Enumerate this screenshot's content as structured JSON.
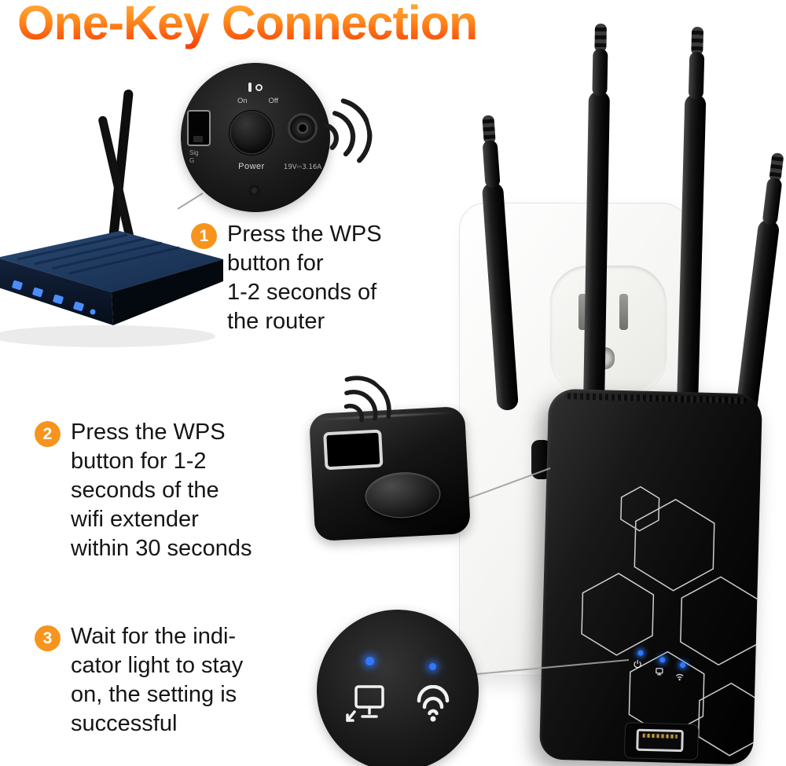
{
  "title": "One-Key Connection",
  "steps": [
    {
      "number": "1",
      "text": "Press the WPS\nbutton for\n1-2 seconds of\nthe router"
    },
    {
      "number": "2",
      "text": "Press the WPS\nbutton for 1-2\nseconds of the\nwifi extender\nwithin 30 seconds"
    },
    {
      "number": "3",
      "text": "Wait for the indi-\ncator light to stay\non, the setting is\nsuccessful"
    }
  ],
  "router_back": {
    "on_label": "On",
    "off_label": "Off",
    "power_label": "Power",
    "dc_rating": "19V⎓3.16A",
    "port_label_line1": "Sig",
    "port_label_line2": "G"
  },
  "icons": {
    "wifi_waves": "wifi signal waves",
    "power_indicator": "power",
    "ethernet_indicator": "ethernet",
    "wifi_indicator": "wifi"
  },
  "colors": {
    "step_badge": "#F7941D",
    "title_gradient_top": "#FFB43C",
    "title_gradient_bottom": "#F43A03",
    "led_blue": "#2F78FF",
    "background": "#FFFFFF"
  }
}
